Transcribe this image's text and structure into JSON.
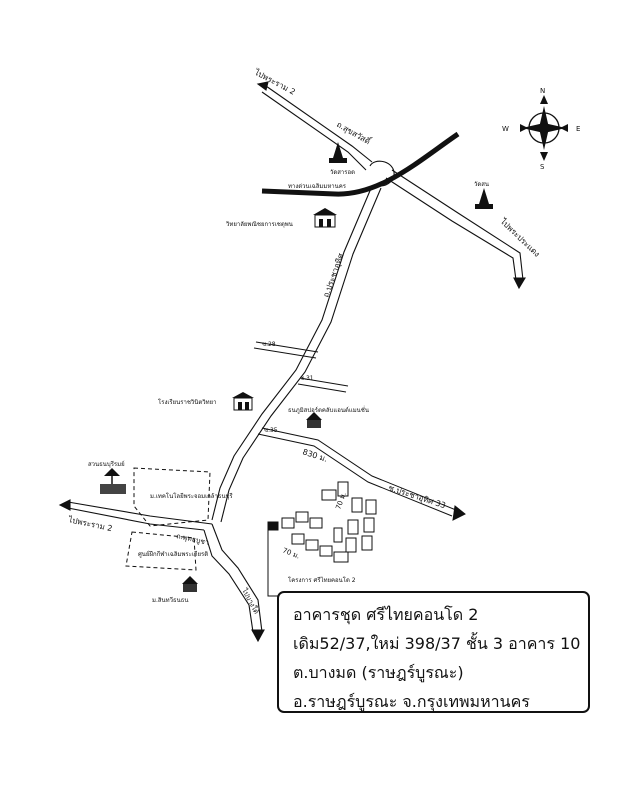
{
  "compass": {
    "n": "N",
    "s": "S",
    "e": "E",
    "w": "W"
  },
  "roads": {
    "to_phraram2_top": "ไปพระราม 2",
    "to_phraram2_left": "ไปพระราม 2",
    "to_phrapradaeng": "ไปพระประแดง",
    "to_thonburi": "ไปบางใต้",
    "suksawat": "ถ.สุขสวัสดิ์",
    "expressway": "ทางด่วนเฉลิมมหานคร",
    "pracha_uthit": "ถ.ประชาอุทิศ",
    "soi28": "ซ.28",
    "soi31": "ซ.31",
    "soi35": "ซ.35",
    "soi33": "ซ.ประชาอุทิศ 33",
    "phutthabucha": "ถ.พุทธบูชา",
    "dist_830": "830 ม.",
    "dist_70a": "70 ม.",
    "dist_70b": "70 ม."
  },
  "landmarks": {
    "wat_sarod": "วัดสารอด",
    "wat_son": "วัดสน",
    "college": "วิทยาลัยพณิชยการเชตุพน",
    "school": "โรงเรียนราชวินิตวิทยา",
    "residence": "ธนภูมิสปอร์ตคลับแอนด์แมนชั่น",
    "park": "สวนธนบุรีรมย์",
    "kmutt": "ม.เทคโนโลยีพระจอมเกล้าธนบุรี",
    "center": "ศูนย์ฝึกกีฬาเฉลิมพระเกียรติ",
    "village": "ม.สินทวีธนธน",
    "project": "โครงการ ศรีไทยคอนโด 2"
  },
  "info": {
    "line1": "อาคารชุด ศรีไทยคอนโด 2",
    "line2": "เดิม52/37,ใหม่ 398/37 ชั้น 3 อาคาร 10",
    "line3": "ต.บางมด (ราษฎร์บูรณะ)",
    "line4": "อ.ราษฎร์บูรณะ จ.กรุงเทพมหานคร"
  }
}
